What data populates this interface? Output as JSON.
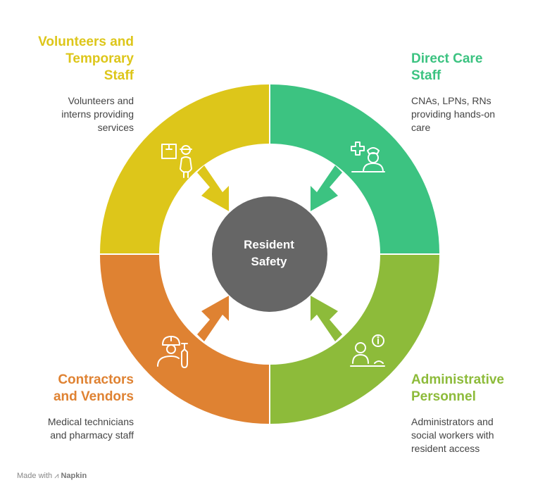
{
  "center": {
    "line1": "Resident",
    "line2": "Safety"
  },
  "quadrants": {
    "top_left": {
      "title_lines": [
        "Volunteers and",
        "Temporary",
        "Staff"
      ],
      "desc_lines": [
        "Volunteers and",
        "interns providing",
        "services"
      ],
      "color": "#DDC61A",
      "icon": "volunteer-icon"
    },
    "top_right": {
      "title_lines": [
        "Direct Care",
        "Staff"
      ],
      "desc_lines": [
        "CNAs, LPNs, RNs",
        "providing hands-on",
        "care"
      ],
      "color": "#3CC381",
      "icon": "nurse-icon"
    },
    "bottom_left": {
      "title_lines": [
        "Contractors",
        "and Vendors"
      ],
      "desc_lines": [
        "Medical technicians",
        "and pharmacy staff"
      ],
      "color": "#DF8232",
      "icon": "technician-icon"
    },
    "bottom_right": {
      "title_lines": [
        "Administrative",
        "Personnel"
      ],
      "desc_lines": [
        "Administrators and",
        "social workers with",
        "resident access"
      ],
      "color": "#8DBB3A",
      "icon": "administrator-icon"
    }
  },
  "center_color": "#666666",
  "footer": {
    "prefix": "Made with",
    "brand": "Napkin"
  }
}
